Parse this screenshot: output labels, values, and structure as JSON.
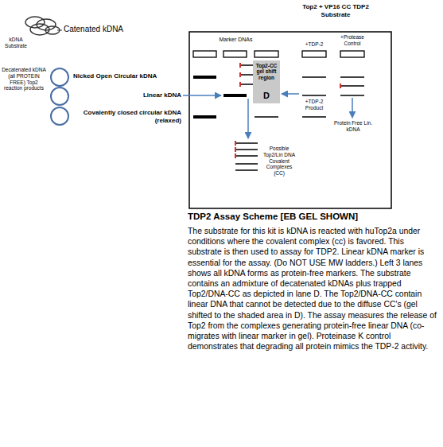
{
  "diagram": {
    "title": "TDP2 Assay Scheme [EB GEL SHOWN]",
    "caption": "The substrate for this kit is kDNA is reacted with huTop2a under conditions where the covalent complex (cc) is favored. This substrate is then used to assay for TDP2. Linear kDNA marker is essential for the assay. (Do NOT USE MW ladders.) Left 3 lanes shows all kDNA forms as protein-free markers. The substrate contains an admixture of decatenated kDNAs plus trapped Top2/DNA-CC as depicted in lane D. The Top2/DNA-CC contain linear DNA that cannot be detected due to the diffuse CC's (gel shifted to the shaded area in D). The assay measures the release of Top2 from the complexes generating protein-free linear DNA (co-migrates with linear marker in gel). Proteinase K control demonstrates that degrading all protein mimics the TDP-2 activity.",
    "nodes": [
      {
        "text": [
          "Top2-CC gel shift region",
          "D"
        ]
      }
    ],
    "labels": [
      "kDNA Substrate",
      "Catenated kDNA",
      "Decatenated kDNA (all PROTEIN FREE) Top2 reaction products",
      "Nicked Open Circular kDNA",
      "Linear kDNA",
      "Covalently closed circular kDNA (relaxed)",
      "Top2 + VP16 CC TDP2 Substrate",
      "Marker DNAs",
      "+TDP-2",
      "+Protease Control",
      "Possible Top2/Lin DNA Covalent Complexes (CC)",
      "+TDP-2 Product",
      "Protein Free Lin. kDNA"
    ]
  }
}
